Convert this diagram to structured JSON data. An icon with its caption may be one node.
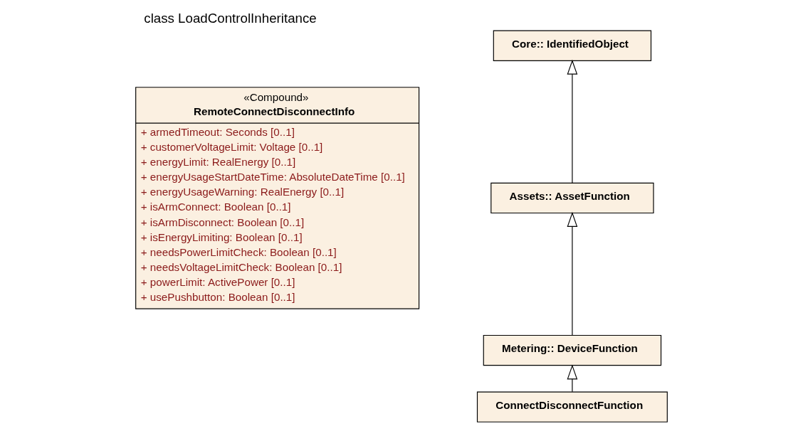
{
  "diagram": {
    "title": "class LoadControlInheritance",
    "nodes": [
      {
        "text": [
          "Core:: IdentifiedObject"
        ]
      },
      {
        "text": [
          "Assets:: AssetFunction"
        ]
      },
      {
        "text": [
          "Metering:: DeviceFunction"
        ]
      },
      {
        "text": [
          "ConnectDisconnectFunction"
        ]
      },
      {
        "text": [
          "«Compound»",
          "RemoteConnectDisconnectInfo",
          "+ armedTimeout: Seconds [0..1]",
          "+ customerVoltageLimit: Voltage [0..1]",
          "+ energyLimit: RealEnergy [0..1]",
          "+ energyUsageStartDateTime: AbsoluteDateTime [0..1]",
          "+ energyUsageWarning: RealEnergy [0..1]",
          "+ isArmConnect: Boolean [0..1]",
          "+ isArmDisconnect: Boolean [0..1]",
          "+ isEnergyLimiting: Boolean [0..1]",
          "+ needsPowerLimitCheck: Boolean [0..1]",
          "+ needsVoltageLimitCheck: Boolean [0..1]",
          "+ powerLimit: ActivePower [0..1]",
          "+ usePushbutton: Boolean [0..1]"
        ]
      }
    ],
    "edges": [
      {
        "from": 1,
        "to": 0,
        "arrow": "to"
      },
      {
        "from": 2,
        "to": 1,
        "arrow": "to"
      },
      {
        "from": 3,
        "to": 2,
        "arrow": "to"
      }
    ]
  }
}
